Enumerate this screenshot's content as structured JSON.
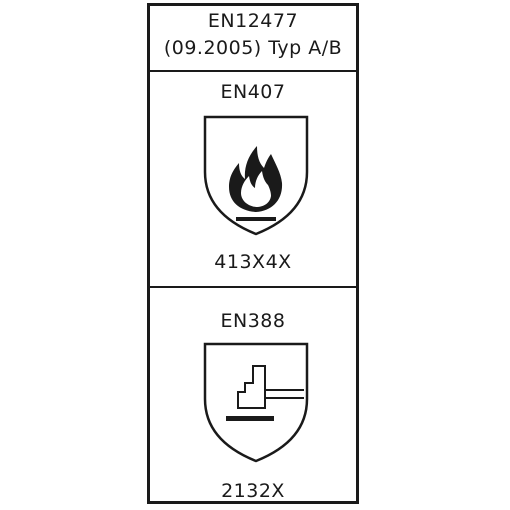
{
  "header": {
    "line1": "EN12477",
    "line2": "(09.2005) Typ A/B"
  },
  "sections": [
    {
      "standard": "EN407",
      "icon": "flame-shield-icon",
      "code": "413X4X"
    },
    {
      "standard": "EN388",
      "icon": "hammer-shield-icon",
      "code": "2132X"
    }
  ],
  "colors": {
    "ink": "#1a1a1a",
    "background": "#ffffff"
  }
}
